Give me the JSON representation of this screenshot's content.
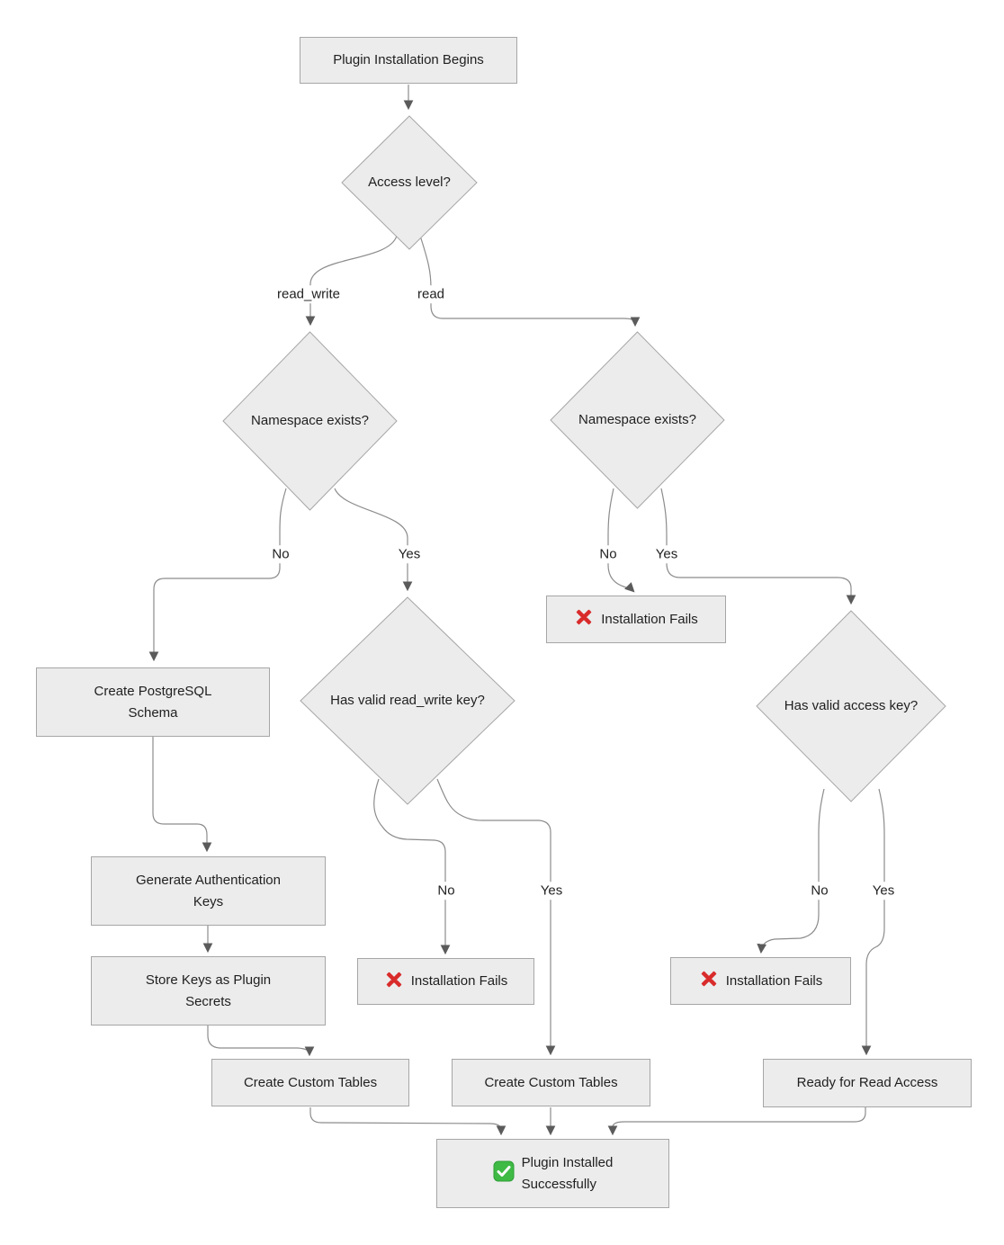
{
  "colors": {
    "node_fill": "#ececec",
    "node_border": "#a6a6a6",
    "edge_line": "#8c8c8c",
    "arrow_head": "#5b5b5b",
    "text": "#1f1f1f",
    "fail_icon_red": "#d92b2b",
    "success_icon_green": "#3fba45"
  },
  "nodes": {
    "start": {
      "label": "Plugin Installation Begins"
    },
    "access_level": {
      "label": "Access level?"
    },
    "namespace_left": {
      "label": "Namespace exists?"
    },
    "namespace_right": {
      "label": "Namespace exists?"
    },
    "create_schema": {
      "label": "Create PostgreSQL\nSchema"
    },
    "generate_keys": {
      "label": "Generate Authentication\nKeys"
    },
    "store_keys": {
      "label": "Store Keys as Plugin\nSecrets"
    },
    "has_rw_key": {
      "label": "Has valid read_write key?"
    },
    "has_access_key": {
      "label": "Has valid access key?"
    },
    "fails_namespace": {
      "label": "Installation Fails",
      "icon": "cross-mark"
    },
    "fails_rw": {
      "label": "Installation Fails",
      "icon": "cross-mark"
    },
    "fails_access": {
      "label": "Installation Fails",
      "icon": "cross-mark"
    },
    "tables_left": {
      "label": "Create Custom Tables"
    },
    "tables_mid": {
      "label": "Create Custom Tables"
    },
    "ready_read": {
      "label": "Ready for Read Access"
    },
    "success": {
      "label": "Plugin Installed\nSuccessfully",
      "icon": "check-mark"
    }
  },
  "edge_labels": {
    "read_write": "read_write",
    "read": "read",
    "ns_left_no": "No",
    "ns_left_yes": "Yes",
    "ns_right_no": "No",
    "ns_right_yes": "Yes",
    "rw_no": "No",
    "rw_yes": "Yes",
    "access_no": "No",
    "access_yes": "Yes"
  }
}
